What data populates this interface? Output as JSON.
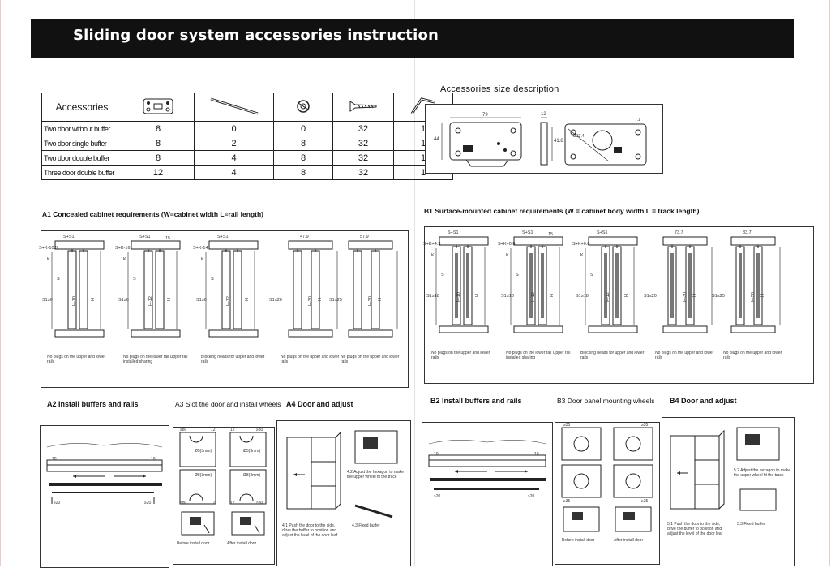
{
  "page_title": "Sliding door system accessories instruction",
  "table": {
    "header_label": "Accessories",
    "icons": [
      "wheel-plate-icon",
      "rail-rod-icon",
      "buffer-icon",
      "screw-icon",
      "hex-key-icon"
    ],
    "rows": [
      {
        "label": "Two door without buffer",
        "values": [
          "8",
          "0",
          "0",
          "32",
          "1"
        ]
      },
      {
        "label": "Two door single buffer",
        "values": [
          "8",
          "2",
          "8",
          "32",
          "1"
        ]
      },
      {
        "label": "Two door double buffer",
        "values": [
          "8",
          "4",
          "8",
          "32",
          "1"
        ]
      },
      {
        "label": "Three door double buffer",
        "values": [
          "12",
          "4",
          "8",
          "32",
          "1"
        ]
      }
    ]
  },
  "size_description": {
    "title": "Accessories size description",
    "dims": {
      "width": "79",
      "height": "44",
      "depth": "12",
      "h2": "41.8",
      "w3": "Ø33.4",
      "t": "7.1"
    }
  },
  "section_a1": {
    "title": "A1 Concealed cabinet requirements (W=cabinet width L=rail length)",
    "diagrams": [
      {
        "top": "S+S1",
        "left": "S+K-10.5",
        "k": "K",
        "s": "S",
        "s1": "S1≥6",
        "hval": "H-10",
        "h": "H",
        "caption": "No plugs on the upper and lower rails"
      },
      {
        "top": "S+S1",
        "extra": "15",
        "left": "S+K-16",
        "k": "K",
        "s": "S",
        "s1": "S1≥6",
        "hval": "H-12",
        "h": "H",
        "caption": "No plugs on the lower rail Upper rail installed sharing"
      },
      {
        "top": "S+S1",
        "left": "S+K-14",
        "k": "K",
        "s": "S",
        "s1": "S1≥6",
        "hval": "H-12",
        "h": "H",
        "caption": "Blocking heads for upper and lower rails"
      },
      {
        "top": "47.9",
        "s1": "S1≤20",
        "hval": "H-30",
        "h": "H",
        "caption": "No plugs on the upper and lower rails"
      },
      {
        "top": "57.9",
        "s1": "S1≤25",
        "hval": "H-30",
        "h": "H",
        "caption": "No plugs on the upper and lower rails"
      }
    ]
  },
  "section_b1": {
    "title": "B1 Surface-mounted cabinet requirements (W = cabinet body width L = track length)",
    "diagrams": [
      {
        "top": "S+S1",
        "left": "S+K+4.3",
        "k": "K",
        "s": "S",
        "s1": "S1≥18",
        "hval": "H-10",
        "h": "H",
        "caption": "No plugs on the upper and lower rails"
      },
      {
        "top": "S+S1",
        "extra": "15",
        "left": "S+K+0.8",
        "k": "K",
        "s": "S",
        "s1": "S1≥18",
        "hval": "H-12",
        "h": "H",
        "caption": "No plugs on the lower rail Upper rail installed sharing"
      },
      {
        "top": "S+S1",
        "left": "S+K+0.8",
        "k": "K",
        "s": "S",
        "s1": "S1≥18",
        "hval": "H-12",
        "h": "H",
        "caption": "Blocking heads for upper and lower rails"
      },
      {
        "top": "73.7",
        "s1": "S1≤20",
        "hval": "H-30",
        "h": "H",
        "caption": "No plugs on the upper and lower rails"
      },
      {
        "top": "83.7",
        "s1": "S1≤25",
        "hval": "H-30",
        "h": "H",
        "caption": "No plugs on the upper and lower rails"
      }
    ]
  },
  "section_a2": {
    "title": "A2 Install buffers and rails",
    "rail_left": "10",
    "rail_right": "10",
    "left_mark": "≥20",
    "right_mark": "≥20"
  },
  "section_a3": {
    "title": "A3 Slot the door and install wheels",
    "dims": [
      "≥80",
      "12",
      "12",
      "≥80",
      "≥80",
      "12",
      "12",
      "≥80"
    ],
    "captions": [
      "Before install door",
      "After install door"
    ],
    "screw_labels": [
      "Ø5(3mm)",
      "Ø5(3mm)",
      "Ø8(3mm)",
      "Ø8(3mm)"
    ]
  },
  "section_a4": {
    "title": "A4 Door and adjust",
    "captions": [
      "4.1 Push the door to the side, drive the buffer to position and adjust the level of the door leaf",
      "4.3 Fixed buffer",
      "4.2 Adjust the hexagon to make the upper wheel fit the track"
    ]
  },
  "section_b2": {
    "title": "B2 Install buffers and rails",
    "rail_left": "10",
    "rail_right": "10",
    "left_mark": "≥20",
    "right_mark": "≥20"
  },
  "section_b3": {
    "title": "B3 Door panel mounting wheels",
    "dims": [
      "≥35",
      "≥35",
      "≥35",
      "≥35"
    ],
    "captions": [
      "Before install door",
      "After install door"
    ]
  },
  "section_b4": {
    "title": "B4 Door and adjust",
    "captions": [
      "5.1 Push the door to the side, drive the buffer to position and adjust the level of the door leaf",
      "5.3 Fixed buffer",
      "5.2 Adjust the hexagon to make the upper wheel fit the track"
    ]
  }
}
